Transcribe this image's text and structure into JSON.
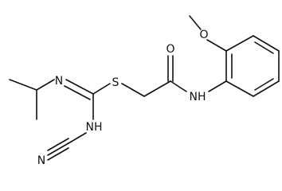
{
  "molecule": {
    "atoms": {
      "o_methoxy": "O",
      "o_carbonyl": "O",
      "nh_amide": "NH",
      "s": "S",
      "n_imine": "N",
      "nh_amine": "NH",
      "n_nitrile": "N"
    }
  }
}
